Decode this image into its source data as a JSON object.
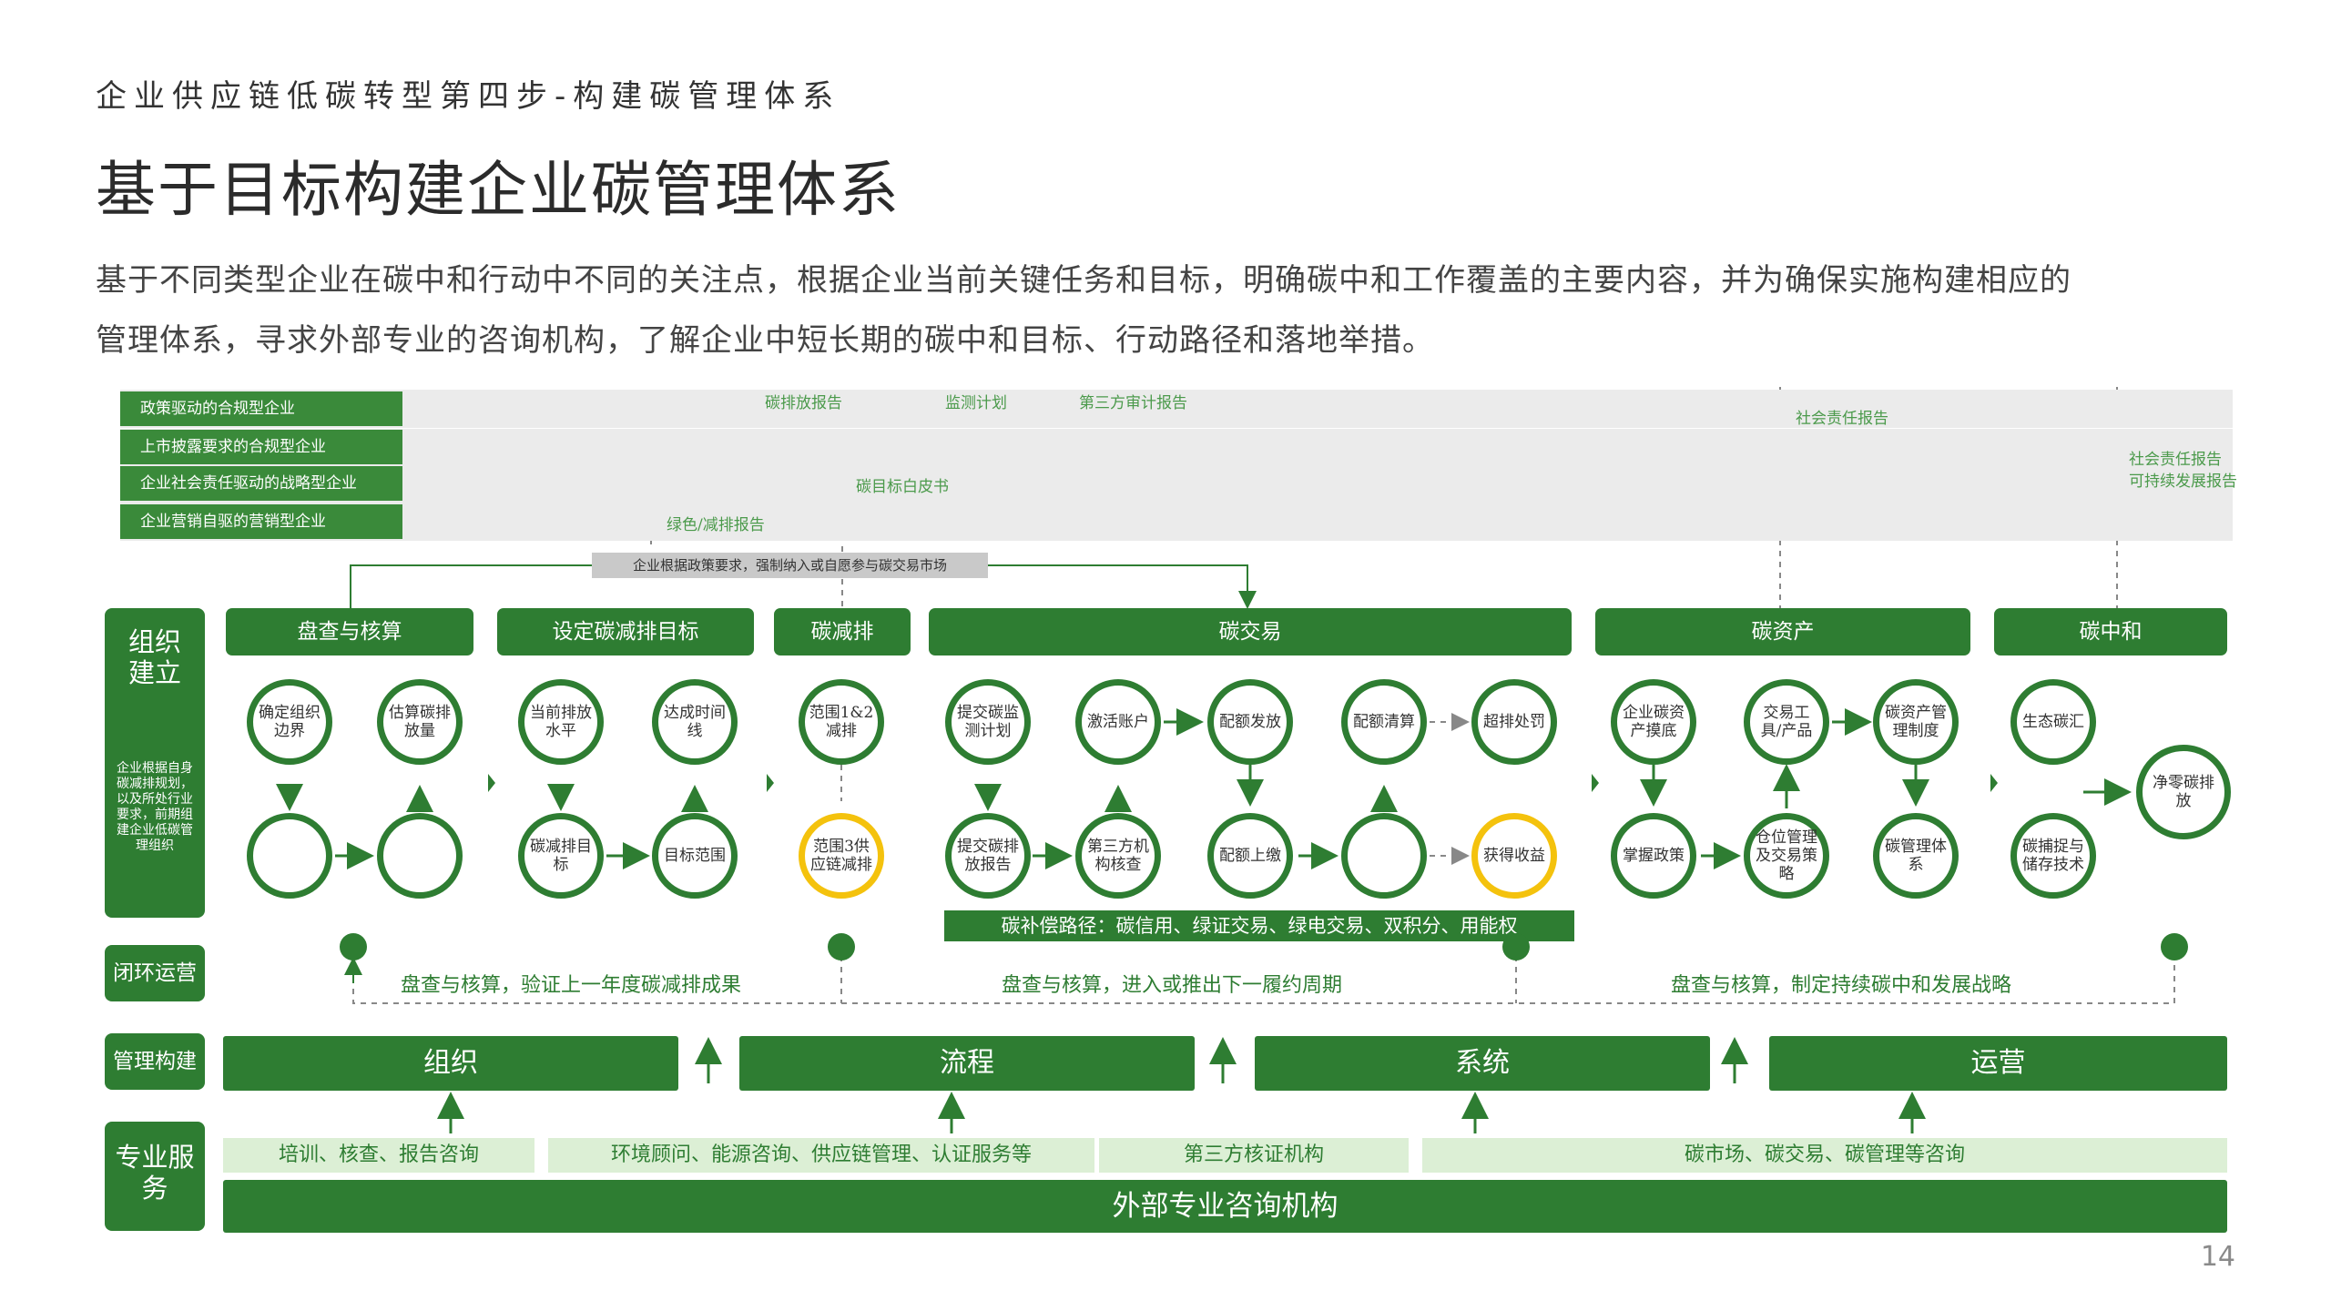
{
  "header": {
    "subtitle": "企业供应链低碳转型第四步-构建碳管理体系",
    "title": "基于目标构建企业碳管理体系",
    "paragraph_line1": "基于不同类型企业在碳中和行动中不同的关注点，根据企业当前关键任务和目标，明确碳中和工作覆盖的主要内容，并为确保实施构建相应的",
    "paragraph_line2": "管理体系，寻求外部专业的咨询机构，了解企业中短长期的碳中和目标、行动路径和落地举措。"
  },
  "bands": [
    {
      "label": "政策驱动的合规型企业"
    },
    {
      "label": "上市披露要求的合规型企业"
    },
    {
      "label": "企业社会责任驱动的战略型企业"
    },
    {
      "label": "企业营销自驱的营销型企业"
    }
  ],
  "flow_labels": {
    "band1_a": "碳排放报告",
    "band1_b": "监测计划",
    "band1_c": "第三方审计报告",
    "band1_end": "社会责任报告",
    "band2_end_1": "社会责任报告",
    "band2_end_2": "可持续发展报告",
    "band3": "碳目标白皮书",
    "band4": "绿色/减排报告",
    "gray_note": "企业根据政策要求，强制纳入或自愿参与碳交易市场"
  },
  "side": {
    "org_title": "组织建立",
    "org_desc": "企业根据自身碳减排规划，以及所处行业要求，前期组建企业低碳管理组织",
    "loop": "闭环运营",
    "mgmt": "管理构建",
    "service": "专业服务"
  },
  "phases": [
    "盘查与核算",
    "设定碳减排目标",
    "碳减排",
    "碳交易",
    "碳资产",
    "碳中和"
  ],
  "nodes": {
    "p1_top1": "确定组织边界",
    "p1_top2": "估算碳排放量",
    "p2_top1": "当前排放水平",
    "p2_top2": "达成时间线",
    "p2_bot1": "碳减排目标",
    "p2_bot2": "目标范围",
    "p3_top": "范围1&2减排",
    "p3_bot": "范围3供应链减排",
    "p4_top1": "提交碳监测计划",
    "p4_top2": "激活账户",
    "p4_top3": "配额发放",
    "p4_top4": "配额清算",
    "p4_top5": "超排处罚",
    "p4_bot1": "提交碳排放报告",
    "p4_bot2": "第三方机构核查",
    "p4_bot3": "配额上缴",
    "p4_bot5": "获得收益",
    "p5_top1": "企业碳资产摸底",
    "p5_top2": "交易工具/产品",
    "p5_top3": "碳资产管理制度",
    "p5_bot1": "掌握政策",
    "p5_bot2": "仓位管理及交易策略",
    "p5_bot3": "碳管理体系",
    "p6_top": "生态碳汇",
    "p6_bot": "碳捕捉与储存技术",
    "p6_final": "净零碳排放"
  },
  "compensation": "碳补偿路径：碳信用、绿证交易、绿电交易、双积分、用能权",
  "loop_captions": [
    "盘查与核算，验证上一年度碳减排成果",
    "盘查与核算，进入或推出下一履约周期",
    "盘查与核算，制定持续碳中和发展战略"
  ],
  "management": [
    "组织",
    "流程",
    "系统",
    "运营"
  ],
  "services": [
    "培训、核查、报告咨询",
    "环境顾问、能源咨询、供应链管理、认证服务等",
    "第三方核证机构",
    "碳市场、碳交易、碳管理等咨询"
  ],
  "service_bar": "外部专业咨询机构",
  "page_number": "14",
  "colors": {
    "primary_green": "#2e7d32",
    "light_green": "#dcefd5",
    "yellow": "#f4c20d",
    "band_gray": "#ebebeb"
  }
}
